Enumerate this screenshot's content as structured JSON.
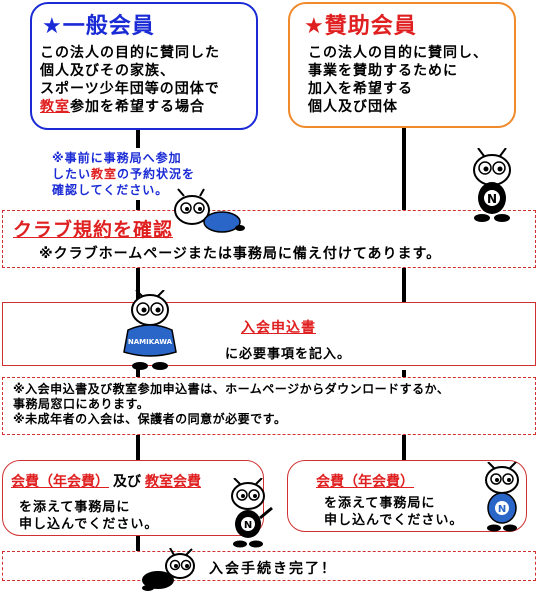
{
  "general_member": {
    "title": "★一般会員",
    "line1": "この法人の目的に賛同した",
    "line2": "個人及びその家族、",
    "line3": "スポーツ少年団等の団体で",
    "line4_highlight": "教室",
    "line4_rest": "参加を希望する場合"
  },
  "supporting_member": {
    "title": "★賛助会員",
    "line1": "この法人の目的に賛同し、",
    "line2": "事業を賛助するために",
    "line3": "加入を希望する",
    "line4": "個人及び団体"
  },
  "advance_note": {
    "line1": "※事前に事務局へ参加",
    "line2_pre": "したい",
    "line2_highlight": "教室",
    "line2_post": "の予約状況を",
    "line3": "確認してください。"
  },
  "club_rules": {
    "title": "クラブ規約を確認",
    "note": "※クラブホームページまたは事務局に備え付けてあります。"
  },
  "application": {
    "title": "入会申込書",
    "text": "に必要事項を記入。"
  },
  "notes": {
    "line1": "※入会申込書及び教室参加申込書は、ホームページからダウンロードするか、",
    "line2": "事務局窓口にあります。",
    "line3": "※未成年者の入会は、保護者の同意が必要です。"
  },
  "fee_general": {
    "fee1": "会費（年会費）",
    "conj": "及び",
    "fee2": "教室会費",
    "line2": "を添えて事務局に",
    "line3": "申し込んでください。"
  },
  "fee_support": {
    "fee": "会費（年会費）",
    "line2": "を添えて事務局に",
    "line3": "申し込んでください。"
  },
  "complete": {
    "text": "入会手続き完了！"
  },
  "mascot_shirt": "NAMIKAWA"
}
